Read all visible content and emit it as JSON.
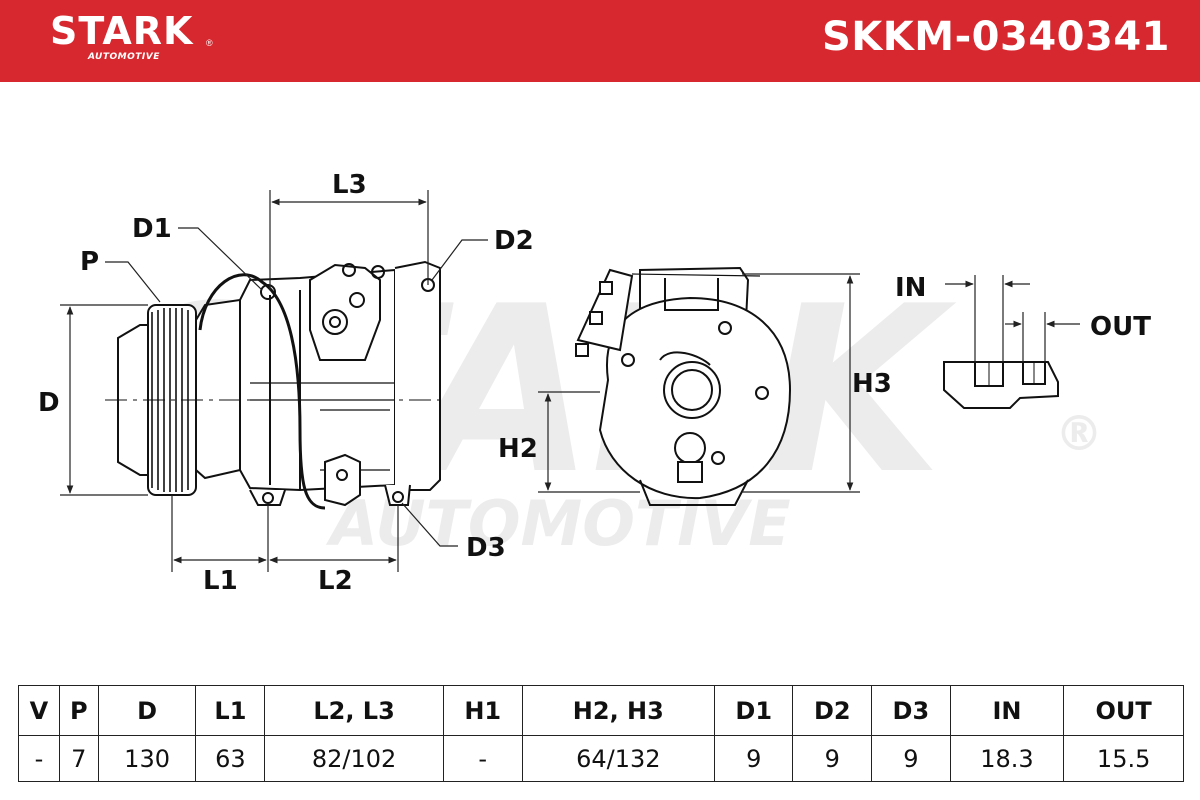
{
  "header": {
    "brand": "STARK",
    "brand_sub": "AUTOMOTIVE",
    "brand_mark": "®",
    "part_number": "SKKM-0340341",
    "color": "#d7282f"
  },
  "watermark": {
    "brand": "STARK",
    "sub": "AUTOMOTIVE",
    "mark": "®"
  },
  "diagram_labels": {
    "L3": "L3",
    "D1": "D1",
    "D2": "D2",
    "P": "P",
    "D": "D",
    "H3": "H3",
    "H2": "H2",
    "IN": "IN",
    "OUT": "OUT",
    "D3": "D3",
    "L1": "L1",
    "L2": "L2"
  },
  "specs": {
    "headers": [
      "V",
      "P",
      "D",
      "L1",
      "L2, L3",
      "H1",
      "H2, H3",
      "D1",
      "D2",
      "D3",
      "IN",
      "OUT"
    ],
    "values": [
      "-",
      "7",
      "130",
      "63",
      "82/102",
      "-",
      "64/132",
      "9",
      "9",
      "9",
      "18.3",
      "15.5"
    ]
  }
}
